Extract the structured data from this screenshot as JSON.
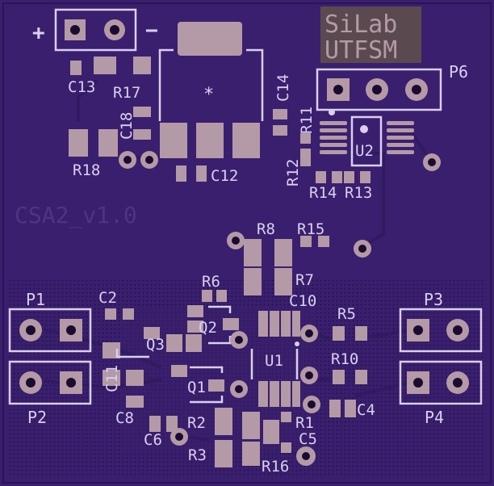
{
  "board": {
    "colors": {
      "substrate": "#3a1f6e",
      "silk": "#d8d0ee",
      "pad": "#b49aa6",
      "dim_text": "#4c3680",
      "logo_bg": "#5a4a50",
      "logo_text": "#b49aa6"
    }
  },
  "logo": {
    "line1": "SiLab",
    "line2": "UTFSM"
  },
  "version_label": "CSA2_v1.0",
  "power": {
    "plus": "+",
    "minus": "−"
  },
  "connectors": {
    "P1": "P1",
    "P2": "P2",
    "P3": "P3",
    "P4": "P4",
    "P6": "P6"
  },
  "chips": {
    "U1": "U1",
    "U2": "U2"
  },
  "labels": {
    "C13": "C13",
    "R17": "R17",
    "C14": "C14",
    "C18": "C18",
    "R11": "R11",
    "R18": "R18",
    "C12": "C12",
    "R12": "R12",
    "R14": "R14",
    "R13": "R13",
    "R8": "R8",
    "R15": "R15",
    "R7": "R7",
    "R6": "R6",
    "C10": "C10",
    "C2": "C2",
    "Q2": "Q2",
    "R5": "R5",
    "Q3": "Q3",
    "R10": "R10",
    "C11": "C11",
    "Q1": "Q1",
    "C8": "C8",
    "R2": "R2",
    "R1": "R1",
    "C4": "C4",
    "C6": "C6",
    "C5": "C5",
    "R3": "R3",
    "R16": "R16"
  },
  "marks": {
    "star": "*"
  }
}
